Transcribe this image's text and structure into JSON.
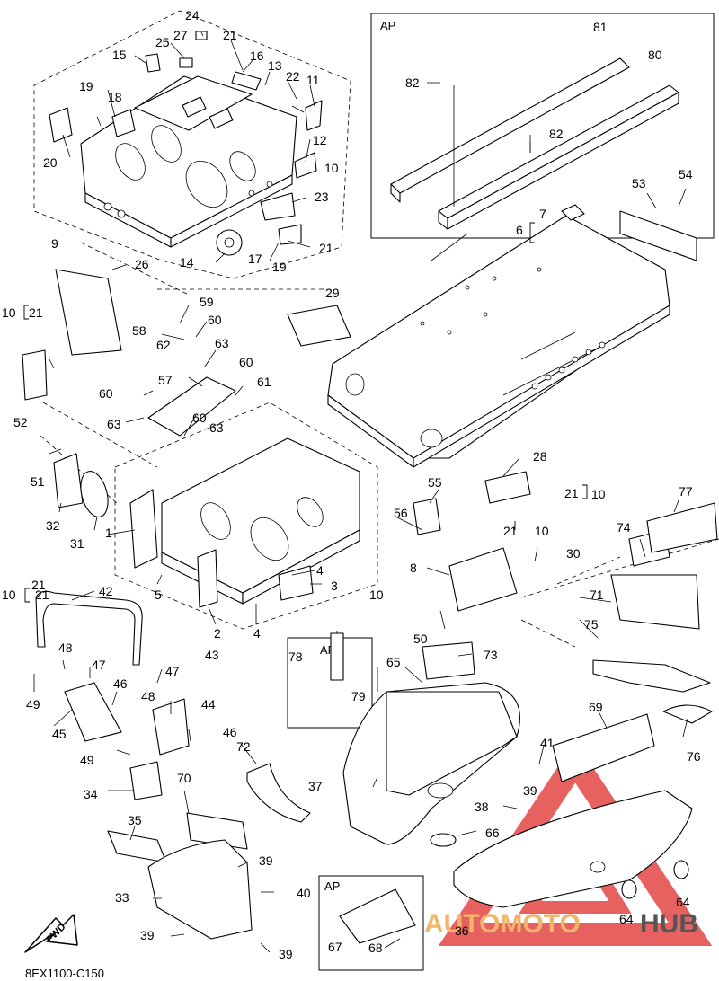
{
  "diagram": {
    "caption": "8EX1100-C150",
    "orientation_label": "FWD",
    "watermark": {
      "prefix": "AUTOMOTO",
      "suffix": "HUB",
      "prefix_color": "#f0b46a",
      "suffix_color": "#555555",
      "logo_color": "#e23a3a"
    },
    "callouts": [
      "1",
      "2",
      "3",
      "4",
      "4",
      "5",
      "6",
      "7",
      "8",
      "9",
      "10",
      "10",
      "11",
      "12",
      "13",
      "14",
      "15",
      "16",
      "17",
      "18",
      "19",
      "19",
      "20",
      "21",
      "21",
      "21",
      "22",
      "23",
      "24",
      "25",
      "26",
      "27",
      "28",
      "29",
      "30",
      "31",
      "32",
      "33",
      "34",
      "35",
      "36",
      "37",
      "38",
      "39",
      "39",
      "39",
      "39",
      "40",
      "41",
      "42",
      "43",
      "44",
      "45",
      "46",
      "46",
      "47",
      "47",
      "48",
      "48",
      "49",
      "49",
      "50",
      "51",
      "52",
      "53",
      "54",
      "55",
      "56",
      "57",
      "58",
      "59",
      "60",
      "60",
      "60",
      "60",
      "61",
      "62",
      "63",
      "63",
      "63",
      "64",
      "64",
      "65",
      "66",
      "67",
      "68",
      "69",
      "70",
      "71",
      "72",
      "73",
      "74",
      "75",
      "76",
      "77",
      "78",
      "79",
      "80",
      "81",
      "82",
      "82"
    ],
    "references": [
      "10",
      "21",
      "10",
      "21",
      "21",
      "10",
      "10",
      "21"
    ],
    "ap_boxes": [
      "AP",
      "AP",
      "AP"
    ]
  }
}
